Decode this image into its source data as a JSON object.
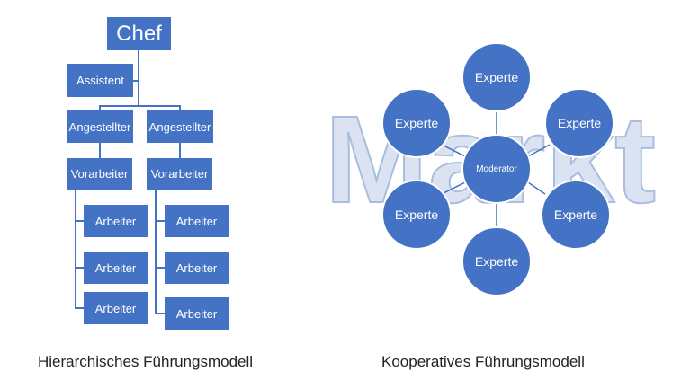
{
  "hierarchy": {
    "chef": "Chef",
    "assistant": "Assistent",
    "employees": [
      "Angestellter",
      "Angestellter"
    ],
    "foremen": [
      "Vorarbeiter",
      "Vorarbeiter"
    ],
    "workers_left": [
      "Arbeiter",
      "Arbeiter",
      "Arbeiter"
    ],
    "workers_right": [
      "Arbeiter",
      "Arbeiter",
      "Arbeiter"
    ],
    "caption": "Hierarchisches Führungsmodell"
  },
  "cooperative": {
    "background_word": "Markt",
    "moderator": "Moderator",
    "experts": [
      "Experte",
      "Experte",
      "Experte",
      "Experte",
      "Experte",
      "Experte"
    ],
    "caption": "Kooperatives Führungsmodell"
  },
  "colors": {
    "box_fill": "#4472c4",
    "node_stroke": "#ffffff",
    "market_fill": "#dbe3f2",
    "market_stroke": "#a9bddf",
    "text_on_box": "#ffffff",
    "caption_text": "#222222"
  }
}
